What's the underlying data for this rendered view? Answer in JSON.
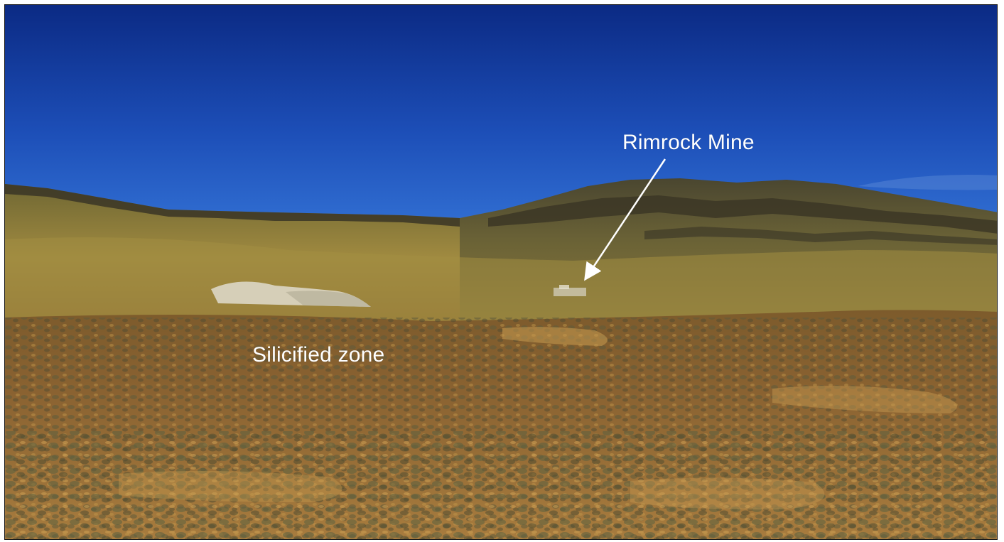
{
  "photo": {
    "annotations": {
      "mine_label": "Rimrock Mine",
      "zone_label": "Silicified zone"
    },
    "arrow": {
      "points_to": "mine-site",
      "color": "#ffffff"
    },
    "colors": {
      "sky_top": "#0d2f8a",
      "sky_horizon": "#2a68d4",
      "hills": "#8a7a3c",
      "ridge_cliffs": "#3b3526",
      "foreground_brush": "#7a5a2a",
      "tailings": "#d9d2bf"
    }
  }
}
